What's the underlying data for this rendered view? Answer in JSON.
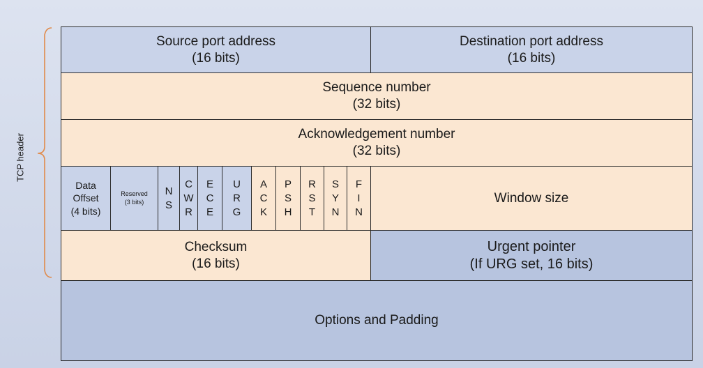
{
  "tcp_header_label": "TCP header",
  "brace_color": "#e08a4a",
  "colors": {
    "blue": "#c9d3e9",
    "blue_dark": "#b7c4df",
    "peach": "#fbe7d2",
    "border": "#2b2b2b"
  },
  "rows": {
    "source_port": {
      "title": "Source port address",
      "size": "(16 bits)"
    },
    "destination_port": {
      "title": "Destination port address",
      "size": "(16 bits)"
    },
    "sequence_number": {
      "title": "Sequence number",
      "size": "(32 bits)"
    },
    "acknowledgement_number": {
      "title": "Acknowledgement number",
      "size": "(32 bits)"
    },
    "data_offset": {
      "line1": "Data",
      "line2": "Offset",
      "line3": "(4 bits)"
    },
    "reserved": {
      "line1": "Reserved",
      "line2": "(3 bits)"
    },
    "flags": [
      {
        "name": "NS",
        "letters": [
          "N",
          "S"
        ]
      },
      {
        "name": "CWR",
        "letters": [
          "C",
          "W",
          "R"
        ]
      },
      {
        "name": "ECE",
        "letters": [
          "E",
          "C",
          "E"
        ]
      },
      {
        "name": "URG",
        "letters": [
          "U",
          "R",
          "G"
        ]
      },
      {
        "name": "ACK",
        "letters": [
          "A",
          "C",
          "K"
        ]
      },
      {
        "name": "PSH",
        "letters": [
          "P",
          "S",
          "H"
        ]
      },
      {
        "name": "RST",
        "letters": [
          "R",
          "S",
          "T"
        ]
      },
      {
        "name": "SYN",
        "letters": [
          "S",
          "Y",
          "N"
        ]
      },
      {
        "name": "FIN",
        "letters": [
          "F",
          "I",
          "N"
        ]
      }
    ],
    "window_size": {
      "title": "Window size"
    },
    "checksum": {
      "title": "Checksum",
      "size": "(16 bits)"
    },
    "urgent_pointer": {
      "title": "Urgent pointer",
      "size": "(If URG set, 16 bits)"
    },
    "options": {
      "title": "Options and Padding"
    }
  }
}
